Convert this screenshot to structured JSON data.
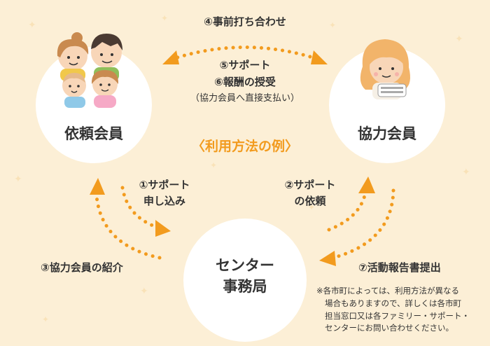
{
  "diagram": {
    "title": "〈利用方法の例〉",
    "nodes": {
      "requester": "依頼会員",
      "helper": "協力会員",
      "center_line1": "センター",
      "center_line2": "事務局"
    },
    "steps": {
      "step1_line1": "①サポート",
      "step1_line2": "申し込み",
      "step2_line1": "②サポート",
      "step2_line2": "の依頼",
      "step3": "③協力会員の紹介",
      "step4": "④事前打ち合わせ",
      "step5": "⑤サポート",
      "step6": "⑥報酬の授受",
      "step6_sub": "（協力会員へ直接支払い）",
      "step7": "⑦活動報告書提出"
    },
    "note_lines": [
      "※各市町によっては、利用方法が異なる",
      "場合もありますので、詳しくは各市町",
      "担当窓口又は各ファミリー・サポート・",
      "センターにお問い合わせください。"
    ],
    "colors": {
      "background": "#fcefd6",
      "circle": "#ffffff",
      "arrow": "#f29b1e",
      "title": "#f29b1e",
      "text": "#333333"
    }
  }
}
